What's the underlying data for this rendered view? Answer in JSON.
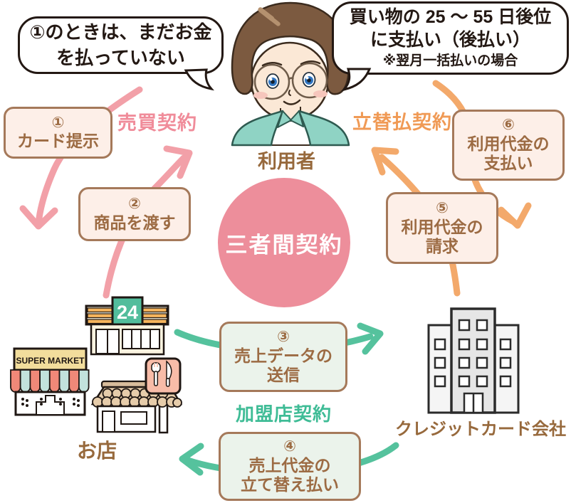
{
  "bubbles": {
    "left": {
      "line1": "①のときは、まだお金",
      "line2": "を払っていない"
    },
    "right": {
      "line1": "買い物の 25 ～ 55 日後位",
      "line2": "に支払い（後払い）",
      "note": "※翌月一括払いの場合"
    }
  },
  "contracts": {
    "sale": {
      "label": "売買契約",
      "color": "#F08C9A"
    },
    "advance": {
      "label": "立替払契約",
      "color": "#F09A55"
    },
    "merchant": {
      "label": "加盟店契約",
      "color": "#3FBC96"
    }
  },
  "center": {
    "label": "三者間契約",
    "color": "#ED8E9B"
  },
  "actors": {
    "user": {
      "label": "利用者"
    },
    "shop": {
      "label": "お店",
      "supermarket_sign": "SUPER MARKET",
      "convenience_sign": "24"
    },
    "card_company": {
      "label": "クレジットカード会社"
    }
  },
  "steps": [
    {
      "num": "①",
      "line1": "カード提示"
    },
    {
      "num": "②",
      "line1": "商品を渡す"
    },
    {
      "num": "③",
      "line1": "売上データの",
      "line2": "送信"
    },
    {
      "num": "④",
      "line1": "売上代金の",
      "line2": "立て替え払い"
    },
    {
      "num": "⑤",
      "line1": "利用代金の",
      "line2": "請求"
    },
    {
      "num": "⑥",
      "line1": "利用代金の",
      "line2": "支払い"
    }
  ],
  "colors": {
    "pink_arrow": "#F2A0A8",
    "orange_arrow": "#F3A96B",
    "green_arrow": "#55C29D",
    "box_border": "#A5795A",
    "box_text": "#9C6B43",
    "box_warm_bg": "#FDEFE8",
    "box_mint_bg": "#EBF3EB",
    "actor_label": "#97693C",
    "bubble_outline": "#231813"
  }
}
